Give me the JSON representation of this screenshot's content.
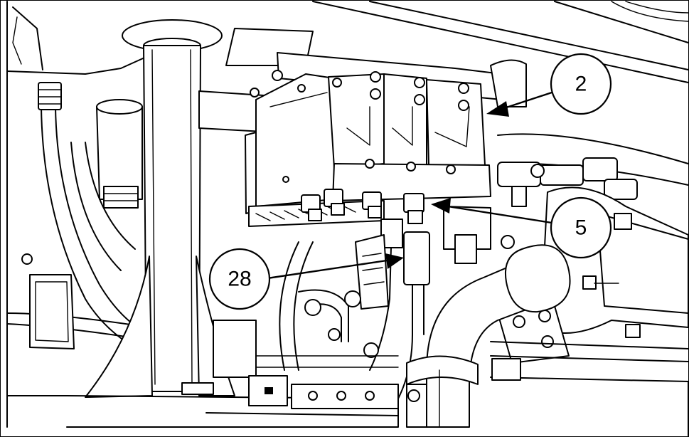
{
  "callouts": [
    {
      "label": "2"
    },
    {
      "label": "5"
    },
    {
      "label": "28"
    }
  ],
  "colors": {
    "line": "#000000",
    "background": "#ffffff"
  }
}
